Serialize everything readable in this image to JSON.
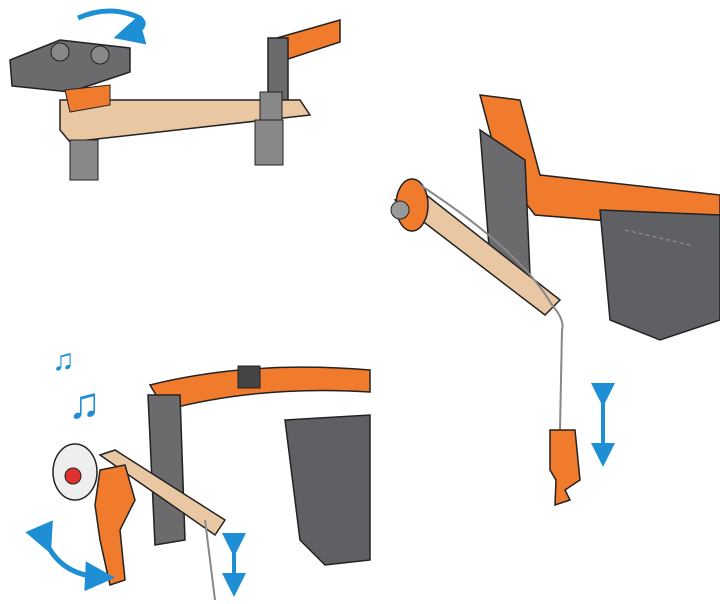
{
  "colors": {
    "arrow": "#1e8fd5",
    "strap_orange": "#f07b2c",
    "metal_gray": "#6b6b6d",
    "wood": "#e9c7a3",
    "outline": "#222222",
    "pocket_gray": "#5f6063"
  },
  "panels": [
    {
      "name": "rotating-clamp-assembly",
      "icons": [
        "rotate-arrow-icon"
      ]
    },
    {
      "name": "belt-pulley-hook",
      "icons": [
        "up-down-arrow-icon"
      ]
    },
    {
      "name": "belt-music-hook",
      "icons": [
        "music-note-icon",
        "music-note-icon",
        "swing-arrow-icon",
        "up-down-arrow-icon"
      ]
    }
  ]
}
